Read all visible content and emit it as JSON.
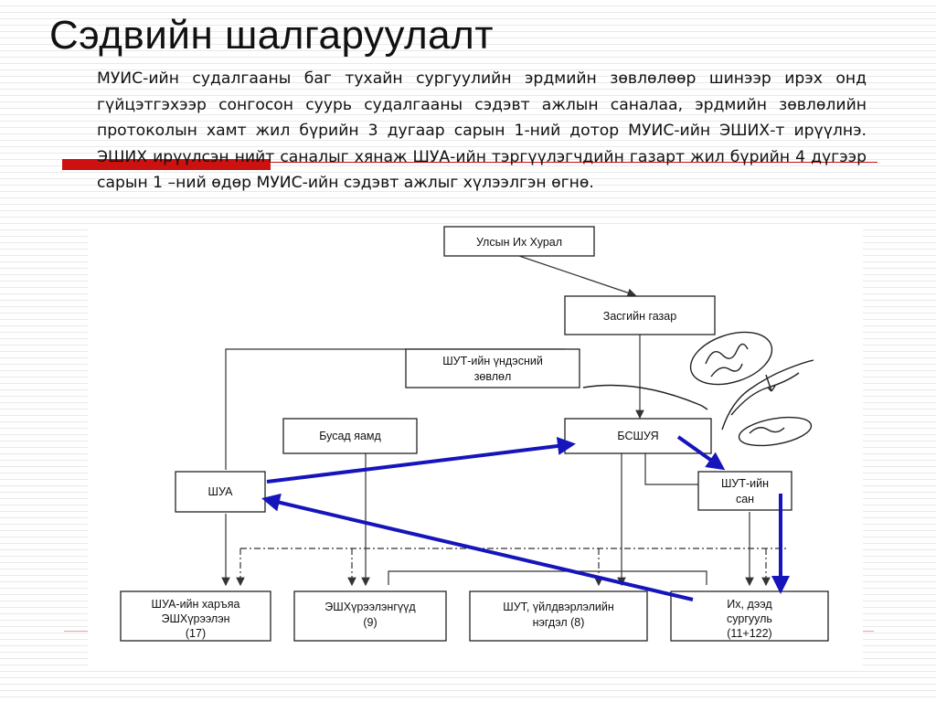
{
  "slide": {
    "title": "Сэдвийн шалгаруулалт",
    "paragraph": "МУИС-ийн судалгааны баг тухайн сургуулийн эрдмийн зөвлөлөөр шинээр ирэх онд гүйцэтгэхээр сонгосон суурь  судалгааны сэдэвт ажлын саналаа, эрдмийн зөвлөлийн протоколын хамт жил бүрийн 3 дугаар сарын 1-ний дотор МУИС-ийн ЭШИХ-т ирүүлнэ. ЭШИХ ирүүлсэн нийт саналыг хянаж ШУА-ийн тэргүүлэгчдийн газарт жил бүрийн 4 дүгээр сарын 1 –ний өдөр МУИС-ийн сэдэвт ажлыг хүлээлгэн өгнө.",
    "accent_color": "#cc1111"
  },
  "diagram": {
    "arrow_color": "#1515bb",
    "nodes": {
      "parliament": "Улсын Их Хурал",
      "government": "Засгийн газар",
      "council": [
        "ШУТ-ийн үндэсний",
        "зөвлөл"
      ],
      "other_ministries": "Бусад яамд",
      "ministry": "БСШУЯ",
      "academy": "ШУА",
      "fund": [
        "ШУТ-ийн",
        "сан"
      ],
      "academy_institutes": [
        "ШУА-ийн харъяа",
        "ЭШХүрээлэн",
        "(17)"
      ],
      "research_institutes": [
        "ЭШХүрээлэнгүүд",
        "(9)"
      ],
      "industry": [
        "ШУТ, үйлдвэрлэлийн",
        "нэгдэл (8)"
      ],
      "universities": [
        "Их, дээд",
        "сургууль",
        "(11+122)"
      ]
    }
  }
}
